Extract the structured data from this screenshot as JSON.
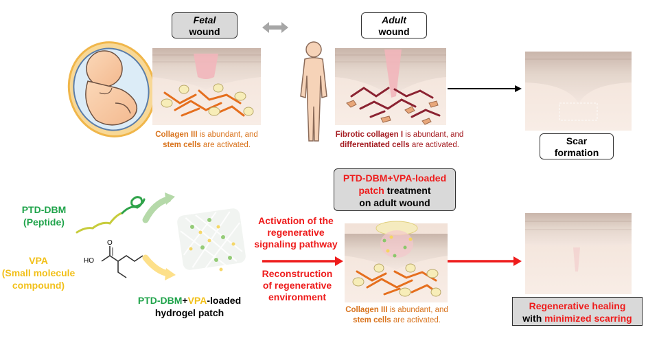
{
  "top": {
    "fetal_label_1": "Fetal",
    "fetal_label_2": "wound",
    "adult_label_1": "Adult",
    "adult_label_2": "wound",
    "fetal_caption": {
      "l1_hl": "Collagen III",
      "l1_rest": " is abundant, and",
      "l2_hl": "stem cells",
      "l2_rest": " are activated."
    },
    "adult_caption": {
      "l1_hl": "Fibrotic collagen I",
      "l1_rest": " is abundant, and",
      "l2_hl": "differentiated cells",
      "l2_rest": " are activated."
    },
    "scar_label_1": "Scar",
    "scar_label_2": "formation"
  },
  "bottom": {
    "ptd_name": "PTD-DBM",
    "ptd_type": "(Peptide)",
    "vpa_name": "VPA",
    "vpa_type_1": "(Small molecule",
    "vpa_type_2": "compound)",
    "hoh": "HO",
    "patch_part1": "PTD-DBM",
    "patch_plus": "+",
    "patch_part2": "VPA",
    "patch_part3": "-loaded",
    "patch_line2": "hydrogel patch",
    "treat_red1": "PTD-DBM+VPA-loaded",
    "treat_red2": "patch",
    "treat_rest2": " treatment",
    "treat_line3": "on adult wound",
    "act_1": "Activation of the",
    "act_2": "regenerative",
    "act_3": "signaling pathway",
    "rec_1": "Reconstruction",
    "rec_2": "of regenerative",
    "rec_3": "environment",
    "bottom_caption": {
      "l1_hl": "Collagen III",
      "l1_rest": " is abundant, and",
      "l2_hl": "stem cells",
      "l2_rest": " are activated."
    },
    "regen_1": "Regenerative healing",
    "regen_2a": "with ",
    "regen_2b": "minimized scarring"
  }
}
